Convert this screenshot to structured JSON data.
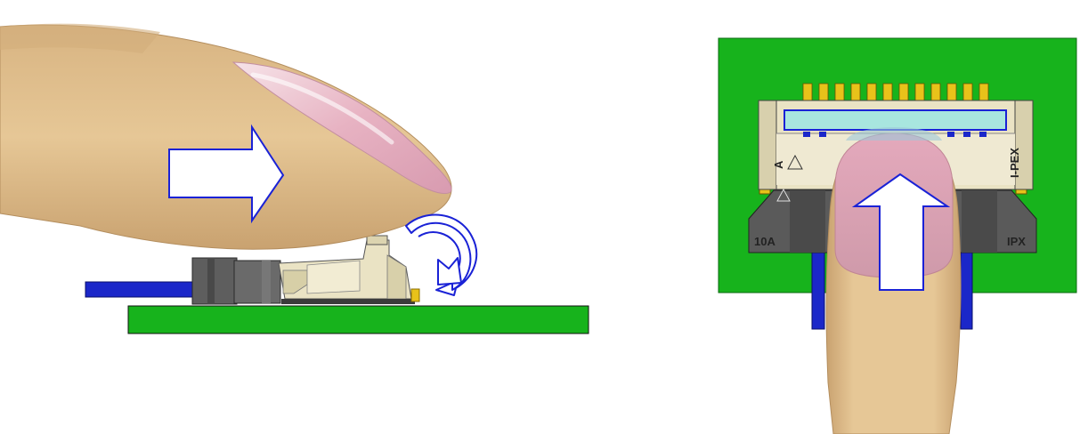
{
  "colors": {
    "pcb": "#17b31c",
    "skin": "#e2c190",
    "skin_shadow": "#c9a26e",
    "nail": "#e8b7c6",
    "arrow_outline": "#1a22d6",
    "cable": "#1b27c9",
    "connector_body": "#eae3c4",
    "connector_dark": "#5b5b5b",
    "gold": "#e8c21a"
  },
  "side_view": {
    "push_arrow_icon": "arrow-right",
    "rotate_arrow_icon": "arrow-rotate-clockwise"
  },
  "top_view": {
    "push_arrow_icon": "arrow-up",
    "marking_ipex_vertical": "I-PEX",
    "marking_left_bottom": "10A",
    "marking_right_bottom": "IPX",
    "marking_a": "A"
  }
}
